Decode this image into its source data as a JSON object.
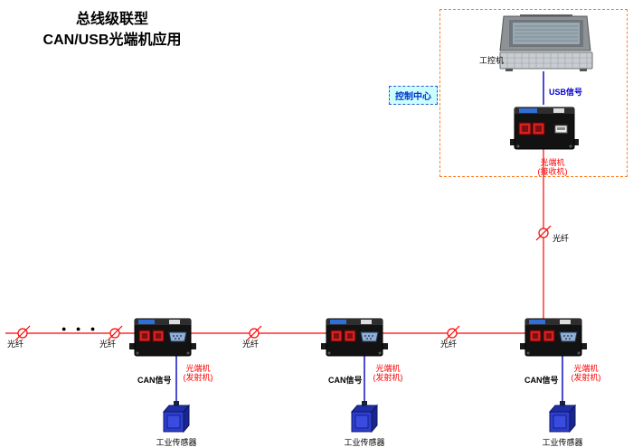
{
  "title": {
    "line1": "总线级联型",
    "line2": "CAN/USB光端机应用"
  },
  "control_center": {
    "label": "控制中心"
  },
  "station": {
    "pc_label": "工控机",
    "usb_label": "USB信号",
    "receiver_name": "光端机",
    "receiver_role": "(接收机)"
  },
  "fiber_labels": [
    "光纤",
    "光纤",
    "光纤",
    "光纤",
    "光纤"
  ],
  "ellipsis": "● ● ●",
  "transmitters": [
    {
      "can_label": "CAN信号",
      "device_name": "光端机",
      "device_role": "(发射机)",
      "sensor_label": "工业传感器"
    },
    {
      "can_label": "CAN信号",
      "device_name": "光端机",
      "device_role": "(发射机)",
      "sensor_label": "工业传感器"
    },
    {
      "can_label": "CAN信号",
      "device_name": "光端机",
      "device_role": "(发射机)",
      "sensor_label": "工业传感器"
    }
  ],
  "colors": {
    "fiber_line": "#ff0000",
    "signal_line": "#0000bb",
    "label_red": "#ff0000",
    "label_blue": "#0000cc",
    "station_border": "#ff7f27",
    "control_bg": "#ccffff"
  }
}
